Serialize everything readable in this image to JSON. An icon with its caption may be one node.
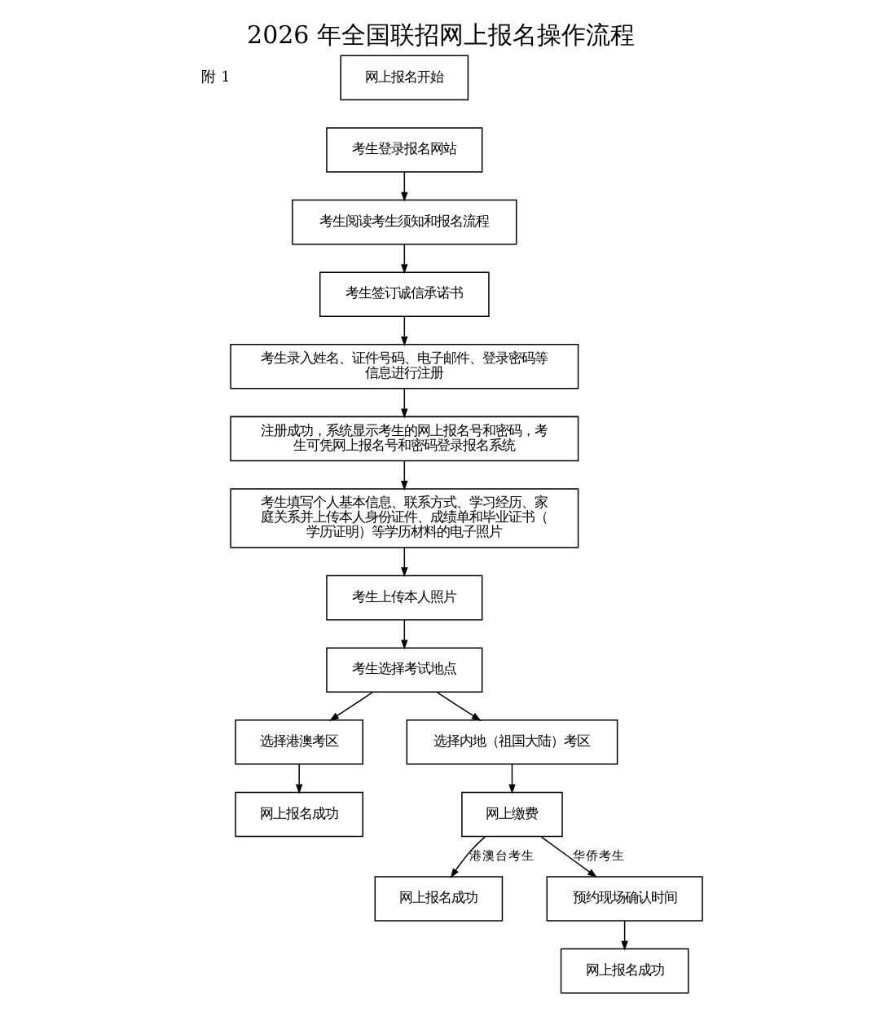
{
  "diagram": {
    "title": "2026 年全国联招网上报名操作流程",
    "nodes": [
      {
        "text": [
          "网上报名开始"
        ]
      },
      {
        "text": [
          "考生登录报名网站"
        ]
      },
      {
        "text": [
          "考生阅读考生须知和报名流程"
        ]
      },
      {
        "text": [
          "考生签订诚信承诺书"
        ]
      },
      {
        "text": [
          "考生录入姓名、证件号码、电子邮件、登录密码等信息进行注册"
        ]
      },
      {
        "text": [
          "注册成功，系统显示考生的网上报名号和密码，考生可凭网上报名号和密码登录报名系统"
        ]
      },
      {
        "text": [
          "考生填写个人基本信息、联系方式、学习经历、家庭关系并上传本人身份证件、成绩单和毕业证书（学历证明）等学历材料的电子照片"
        ]
      },
      {
        "text": [
          "考生上传本人照片"
        ]
      },
      {
        "text": [
          "考生选择考试地点"
        ]
      },
      {
        "text": [
          "选择港澳考区"
        ]
      },
      {
        "text": [
          "选择内地（祖国大陆）考区"
        ]
      },
      {
        "text": [
          "网上报名成功"
        ]
      },
      {
        "text": [
          "网上缴费"
        ]
      },
      {
        "text": [
          "网上报名成功"
        ]
      },
      {
        "text": [
          "预约现场确认时间"
        ]
      },
      {
        "text": [
          "网上报名成功"
        ]
      }
    ],
    "edges": [
      {
        "from": 1,
        "to": 2,
        "arrow": "to"
      },
      {
        "from": 2,
        "to": 3,
        "arrow": "to"
      },
      {
        "from": 3,
        "to": 4,
        "arrow": "to"
      },
      {
        "from": 4,
        "to": 5,
        "arrow": "to"
      },
      {
        "from": 5,
        "to": 6,
        "arrow": "to"
      },
      {
        "from": 6,
        "to": 7,
        "arrow": "to"
      },
      {
        "from": 7,
        "to": 8,
        "arrow": "to"
      },
      {
        "from": 8,
        "to": 9,
        "arrow": "to"
      },
      {
        "from": 8,
        "to": 10,
        "arrow": "to"
      },
      {
        "from": 9,
        "to": 11,
        "arrow": "to"
      },
      {
        "from": 10,
        "to": 12,
        "arrow": "to"
      },
      {
        "from": 12,
        "to": 13,
        "arrow": "to",
        "label": "港澳台考生"
      },
      {
        "from": 12,
        "to": 14,
        "arrow": "to",
        "label": "华侨考生"
      },
      {
        "from": 14,
        "to": 15,
        "arrow": "to"
      }
    ],
    "labels": [
      "附 1"
    ]
  }
}
